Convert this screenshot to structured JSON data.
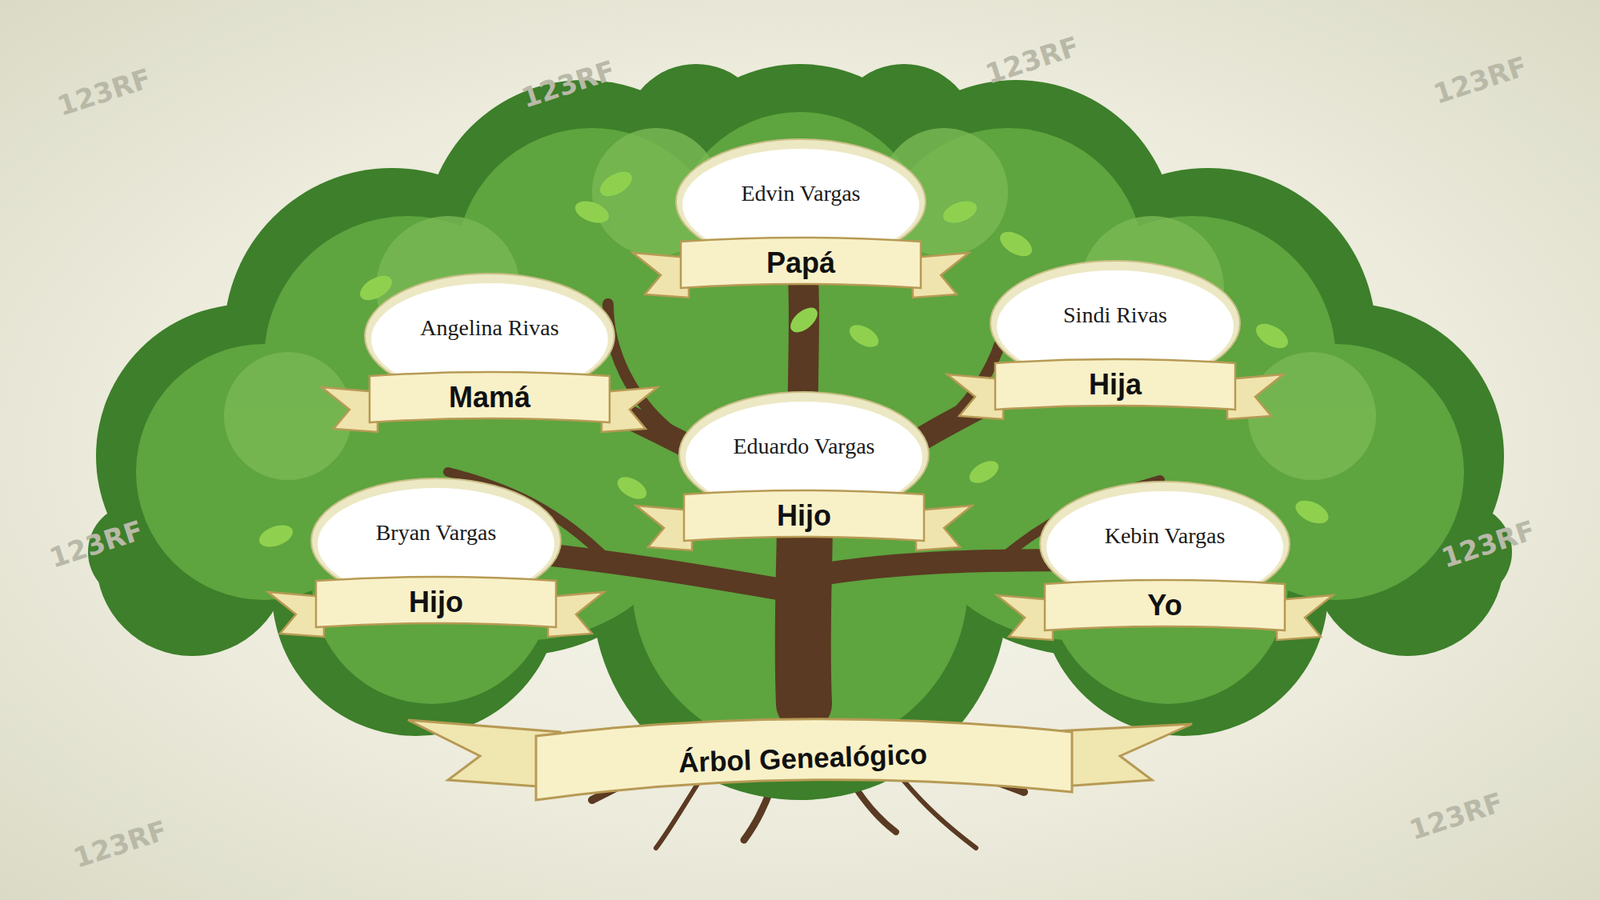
{
  "diagram": {
    "title": "Árbol Genealógico",
    "nodes": [
      {
        "text": [
          "Edvin Vargas",
          "Papá"
        ]
      },
      {
        "text": [
          "Angelina Rivas",
          "Mamá"
        ]
      },
      {
        "text": [
          "Sindi Rivas",
          "Hija"
        ]
      },
      {
        "text": [
          "Eduardo Vargas",
          "Hijo"
        ]
      },
      {
        "text": [
          "Bryan Vargas",
          "Hijo"
        ]
      },
      {
        "text": [
          "Kebin Vargas",
          "Yo"
        ]
      }
    ],
    "labels": [
      "123RF",
      "123RF",
      "123RF",
      "123RF",
      "123RF",
      "123RF",
      "123RF",
      "123RF"
    ]
  }
}
